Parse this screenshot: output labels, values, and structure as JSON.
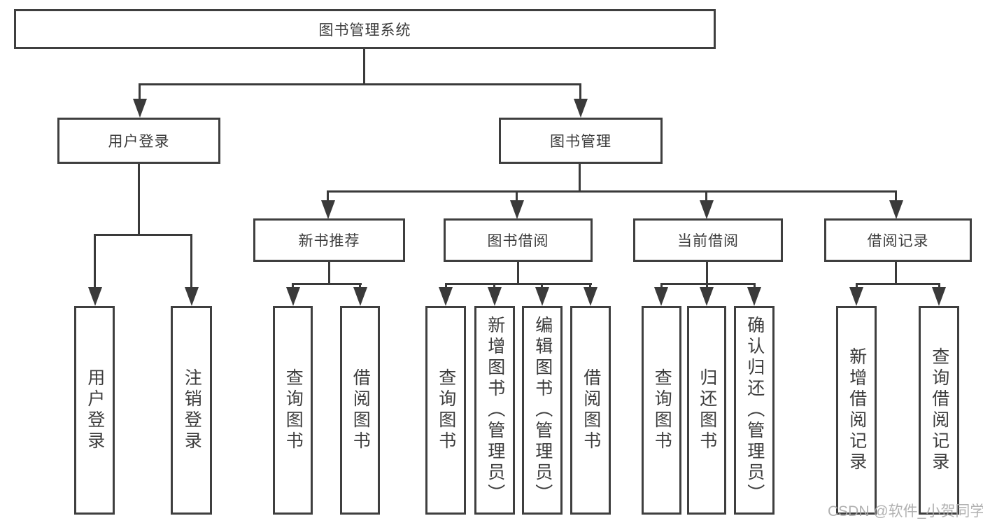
{
  "diagram": {
    "root": "图书管理系统",
    "user": {
      "label": "用户登录",
      "leaves": [
        "用户登录",
        "注销登录"
      ]
    },
    "book": {
      "label": "图书管理",
      "sections": [
        {
          "label": "新书推荐",
          "leaves": [
            "查询图书",
            "借阅图书"
          ]
        },
        {
          "label": "图书借阅",
          "leaves": [
            "查询图书",
            "新增图书（管理员）",
            "编辑图书（管理员）",
            "借阅图书"
          ]
        },
        {
          "label": "当前借阅",
          "leaves": [
            "查询图书",
            "归还图书",
            "确认归还（管理员）"
          ]
        },
        {
          "label": "借阅记录",
          "leaves": [
            "新增借阅记录",
            "查询借阅记录"
          ]
        }
      ]
    }
  },
  "watermark": "CSDN @软件_小贺同学",
  "colors": {
    "line": "#3a3a3a",
    "border": "#3f3f3f",
    "text": "#3c3c3c",
    "watermark": "#a9a9a9",
    "background": "#ffffff"
  }
}
